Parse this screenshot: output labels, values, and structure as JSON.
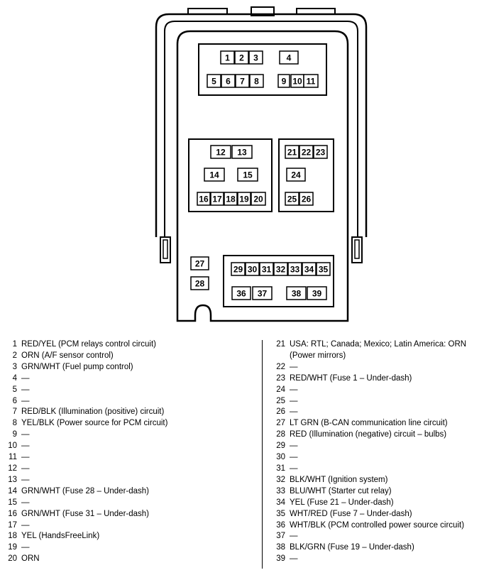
{
  "fuses": [
    "1",
    "2",
    "3",
    "4",
    "5",
    "6",
    "7",
    "8",
    "9",
    "10",
    "11",
    "12",
    "13",
    "14",
    "15",
    "16",
    "17",
    "18",
    "19",
    "20",
    "21",
    "22",
    "23",
    "24",
    "25",
    "26",
    "27",
    "28",
    "29",
    "30",
    "31",
    "32",
    "33",
    "34",
    "35",
    "36",
    "37",
    "38",
    "39"
  ],
  "legend_left": [
    {
      "num": "1",
      "desc": "RED/YEL (PCM relays control circuit)"
    },
    {
      "num": "2",
      "desc": "ORN (A/F sensor control)"
    },
    {
      "num": "3",
      "desc": "GRN/WHT (Fuel pump control)"
    },
    {
      "num": "4",
      "desc": "—"
    },
    {
      "num": "5",
      "desc": "—"
    },
    {
      "num": "6",
      "desc": "—"
    },
    {
      "num": "7",
      "desc": "RED/BLK (Illumination (positive) circuit)"
    },
    {
      "num": "8",
      "desc": "YEL/BLK (Power source for PCM circuit)"
    },
    {
      "num": "9",
      "desc": "—"
    },
    {
      "num": "10",
      "desc": "—"
    },
    {
      "num": "11",
      "desc": "—"
    },
    {
      "num": "12",
      "desc": "—"
    },
    {
      "num": "13",
      "desc": "—"
    },
    {
      "num": "14",
      "desc": "GRN/WHT (Fuse 28 – Under-dash)"
    },
    {
      "num": "15",
      "desc": "—"
    },
    {
      "num": "16",
      "desc": "GRN/WHT (Fuse 31 – Under-dash)"
    },
    {
      "num": "17",
      "desc": "—"
    },
    {
      "num": "18",
      "desc": "YEL (HandsFreeLink)"
    },
    {
      "num": "19",
      "desc": "—"
    },
    {
      "num": "20",
      "desc": "ORN"
    }
  ],
  "legend_right": [
    {
      "num": "21",
      "desc": "USA: RTL; Canada; Mexico; Latin America: ORN (Power mirrors)"
    },
    {
      "num": "22",
      "desc": "—"
    },
    {
      "num": "23",
      "desc": "RED/WHT (Fuse 1 – Under-dash)"
    },
    {
      "num": "24",
      "desc": "—"
    },
    {
      "num": "25",
      "desc": "—"
    },
    {
      "num": "26",
      "desc": "—"
    },
    {
      "num": "27",
      "desc": "LT GRN (B-CAN communication line circuit)"
    },
    {
      "num": "28",
      "desc": "RED (Illumination (negative) circuit – bulbs)"
    },
    {
      "num": "29",
      "desc": "—"
    },
    {
      "num": "30",
      "desc": "—"
    },
    {
      "num": "31",
      "desc": "—"
    },
    {
      "num": "32",
      "desc": "BLK/WHT (Ignition system)"
    },
    {
      "num": "33",
      "desc": "BLU/WHT (Starter cut relay)"
    },
    {
      "num": "34",
      "desc": "YEL (Fuse 21 – Under-dash)"
    },
    {
      "num": "35",
      "desc": "WHT/RED (Fuse 7 – Under-dash)"
    },
    {
      "num": "36",
      "desc": "WHT/BLK (PCM controlled power source circuit)"
    },
    {
      "num": "37",
      "desc": "—"
    },
    {
      "num": "38",
      "desc": "BLK/GRN (Fuse 19 – Under-dash)"
    },
    {
      "num": "39",
      "desc": "—"
    }
  ]
}
